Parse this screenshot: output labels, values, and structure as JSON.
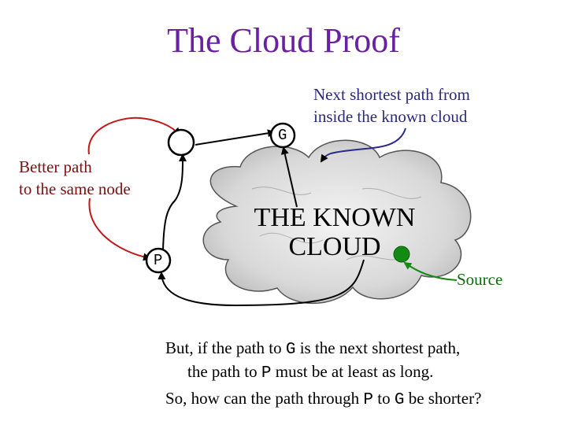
{
  "title": "The Cloud Proof",
  "annotations": {
    "next_shortest_line1": "Next shortest path from",
    "next_shortest_line2": "inside the known cloud",
    "better_path_line1": "Better path",
    "better_path_line2": "to the same node",
    "source": "Source"
  },
  "cloud": {
    "line1": "THE KNOWN",
    "line2": "CLOUD"
  },
  "nodes": {
    "g_label": "G",
    "p_label": "P"
  },
  "bottom_text": {
    "line1_a": "But, if the path to ",
    "line1_var": "G",
    "line1_b": " is the next shortest path,",
    "line2_a": "the path to ",
    "line2_var": "P",
    "line2_b": " must be at least as long.",
    "line3_a": "So, how can the path through ",
    "line3_var1": "P",
    "line3_mid": " to ",
    "line3_var2": "G",
    "line3_b": " be shorter?"
  },
  "colors": {
    "title": "#6b1fa3",
    "red_path": "#c01818",
    "blue_arrow": "#2a2a8a",
    "source_node": "#138a13",
    "source_link": "#138a13"
  }
}
